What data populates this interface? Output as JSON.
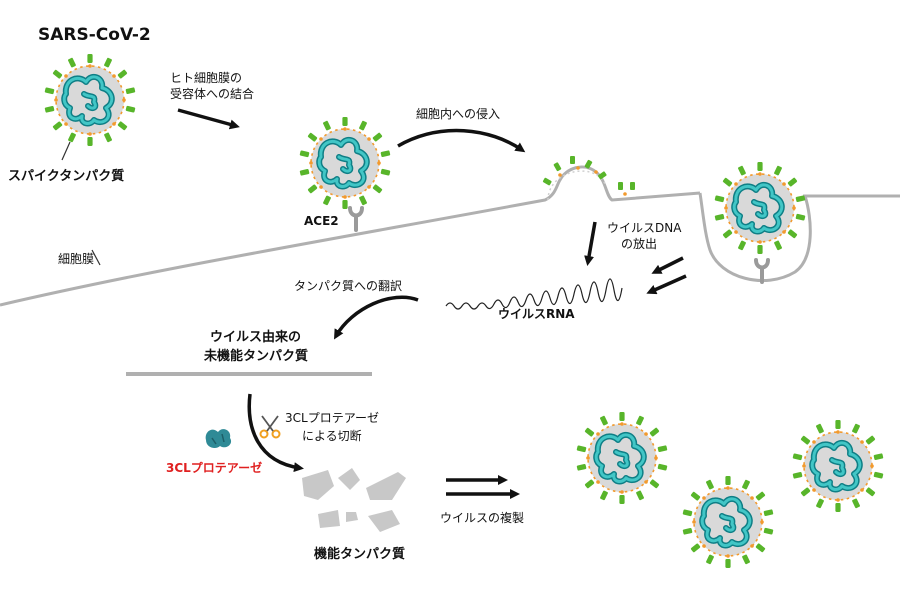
{
  "title": "SARS-CoV-2",
  "labels": {
    "spike_protein": "スパイクタンパク質",
    "receptor_binding_1": "ヒト細胞膜の",
    "receptor_binding_2": "受容体への結合",
    "ace2": "ACE2",
    "entry": "細胞内への侵入",
    "membrane": "細胞膜",
    "dna_release_1": "ウイルスDNA",
    "dna_release_2": "の放出",
    "rna": "ウイルスRNA",
    "translation": "タンパク質への翻訳",
    "unfunctional_1": "ウイルス由来の",
    "unfunctional_2": "未機能タンパク質",
    "cleavage_1": "3CLプロテアーゼ",
    "cleavage_2": "による切断",
    "protease": "3CLプロテアーゼ",
    "functional": "機能タンパク質",
    "replication": "ウイルスの複製"
  },
  "colors": {
    "spike": "#58b52a",
    "envelope_dots": "#f29a2e",
    "rna_outer": "#0f7f86",
    "rna_inner": "#42c6c6",
    "capsid": "#d9d9d9",
    "membrane": "#b0b0b0",
    "protease": "#2f8a96",
    "protease_label": "#e02020",
    "scissors": "#f0a020",
    "fragments": "#c8c8c8"
  },
  "icons": [
    "virus-icon",
    "scissors-icon",
    "protease-icon",
    "receptor-icon"
  ]
}
